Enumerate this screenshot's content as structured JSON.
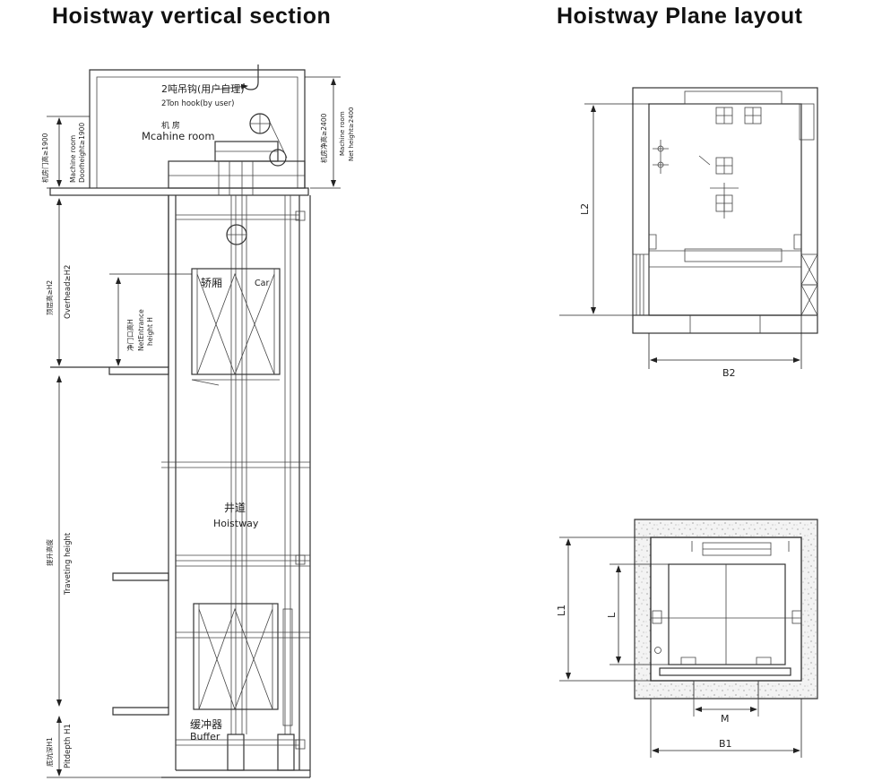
{
  "titles": {
    "vertical_section": "Hoistway vertical section",
    "plane_layout": "Hoistway Plane layout"
  },
  "vertical_section": {
    "hook_cn": "2吨吊钩(用户自理)",
    "hook_en": "2Ton hook(by user)",
    "machine_room_cn": "机 房",
    "machine_room_en": "Mcahine room",
    "machine_room_height_cn": "机房净高≥2400",
    "machine_room_height_en1": "Machine room",
    "machine_room_height_en2": "Net height≥2400",
    "machine_door_cn": "机房门高≥1900",
    "machine_door_en1": "Machine room",
    "machine_door_en2": "Doorheight≥1900",
    "overhead_cn": "顶层高≥H2",
    "overhead_en": "Overhead≥H2",
    "entrance_cn": "净门口高H",
    "entrance_en1": "NetEntrance",
    "entrance_en2": "height  H",
    "car_cn": "轿厢",
    "car_en": "Car",
    "hoistway_cn": "井道",
    "hoistway_en": "Hoistway",
    "travel_cn": "提升高度",
    "travel_en": "Traveting height",
    "buffer_cn": "缓冲器",
    "buffer_en": "Buffer",
    "pit_cn": "底坑深H1",
    "pit_en": "Pitdepth H1"
  },
  "plane_top": {
    "depth_label": "L2",
    "width_label": "B2"
  },
  "plane_bottom": {
    "depth_label": "L1",
    "car_depth_label": "L",
    "door_label": "M",
    "width_label": "B1"
  }
}
